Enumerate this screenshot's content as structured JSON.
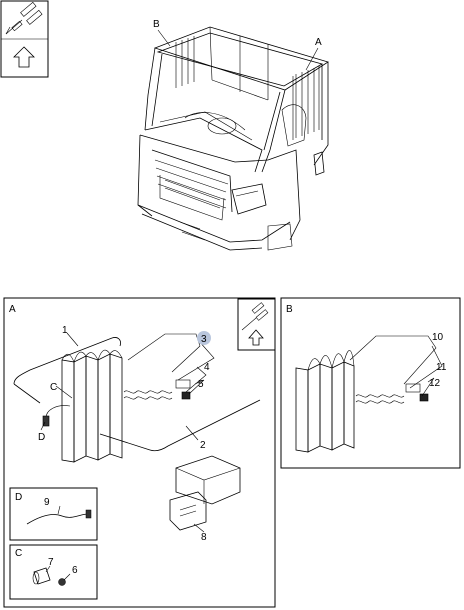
{
  "labels": {
    "top_b": "B",
    "top_a": "A",
    "panel_a": "A",
    "panel_b": "B",
    "panel_c": "C",
    "panel_d": "D",
    "c_callout": "C",
    "d_callout": "D",
    "n1": "1",
    "n2": "2",
    "n3": "3",
    "n4": "4",
    "n5": "5",
    "n6": "6",
    "n7": "7",
    "n8": "8",
    "n9": "9",
    "n10": "10",
    "n11": "11",
    "n12": "12"
  },
  "highlight_color": "#b9c6dd"
}
